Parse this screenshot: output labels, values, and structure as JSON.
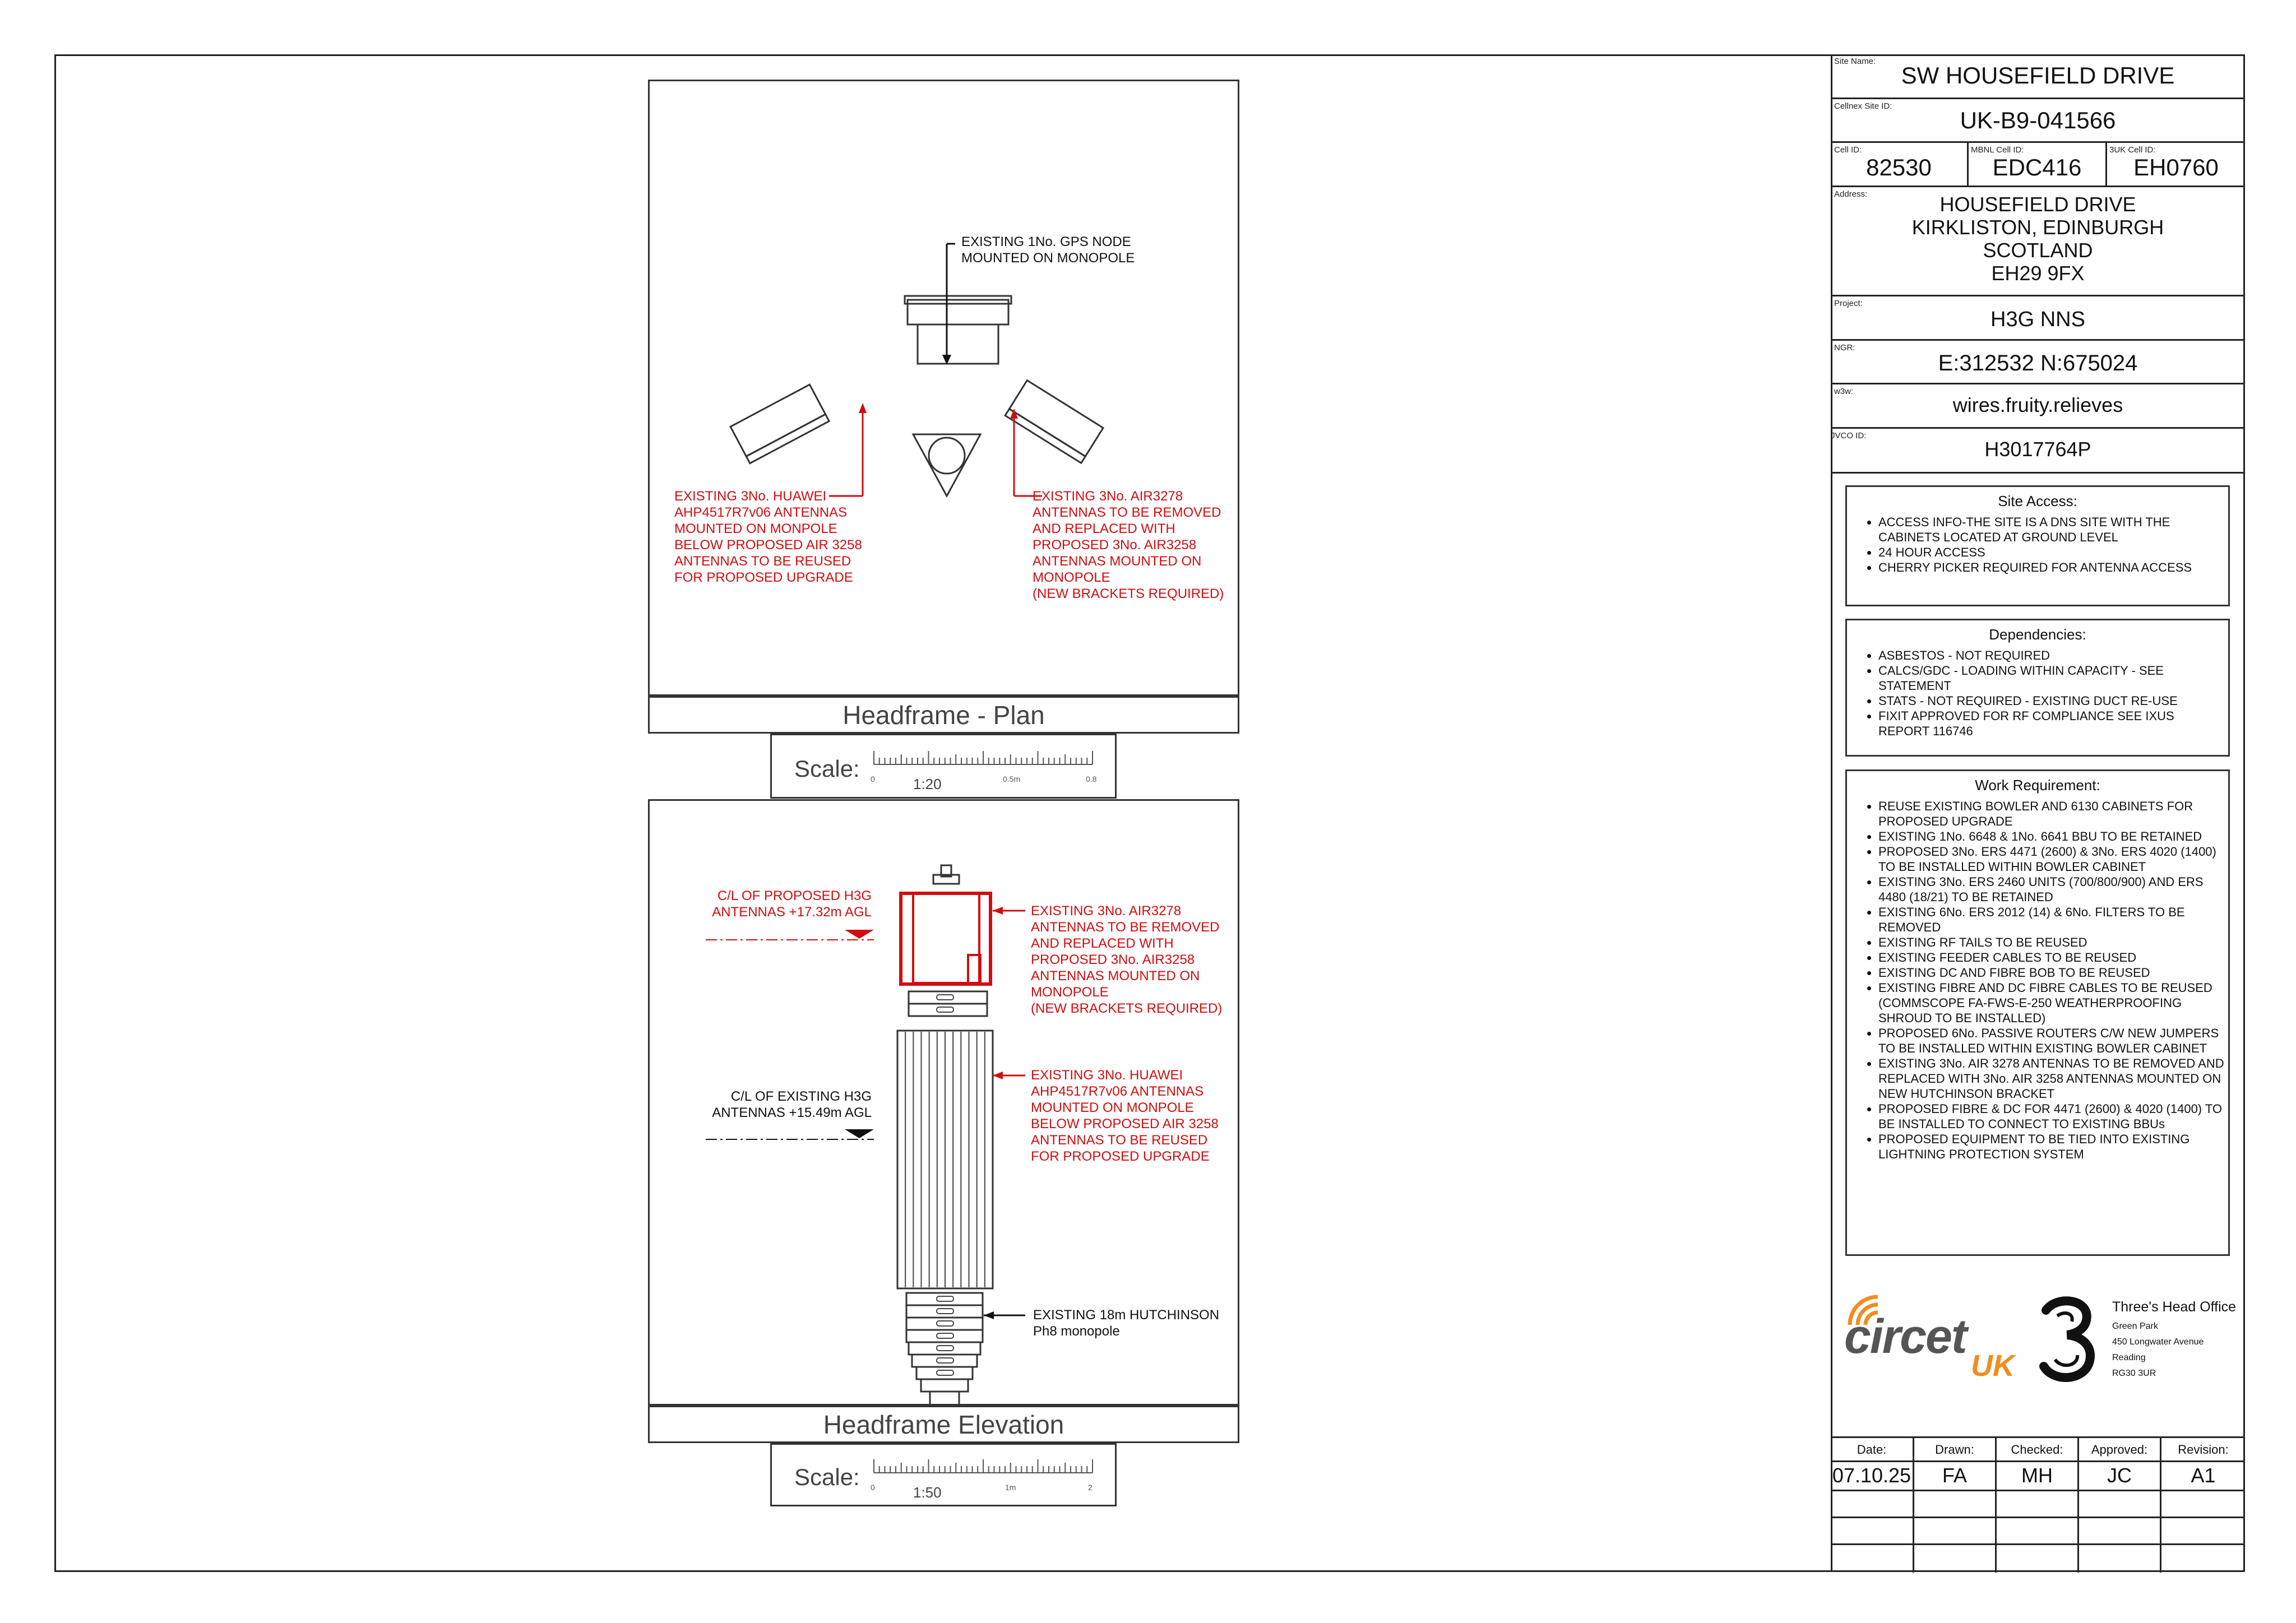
{
  "title_block": {
    "site_name_label": "Site Name:",
    "site_name": "SW HOUSEFIELD DRIVE",
    "cellnex_label": "Cellnex Site ID:",
    "cellnex_id": "UK-B9-041566",
    "cell_id_label": "Cell ID:",
    "cell_id": "82530",
    "mbnl_label": "MBNL Cell ID:",
    "mbnl_id": "EDC416",
    "threeuk_label": "3UK Cell ID:",
    "threeuk_id": "EH0760",
    "address_label": "Address:",
    "address_lines": [
      "HOUSEFIELD DRIVE",
      "KIRKLISTON, EDINBURGH",
      "SCOTLAND",
      "EH29 9FX"
    ],
    "project_label": "Project:",
    "project": "H3G NNS",
    "ngr_label": "NGR:",
    "ngr": "E:312532 N:675024",
    "w3w_label": "w3w:",
    "w3w": "wires.fruity.relieves",
    "jvco_label": "JVCO ID:",
    "jvco": "H3017764P"
  },
  "site_access": {
    "title": "Site Access:",
    "items": [
      "ACCESS INFO-THE SITE IS A DNS SITE WITH THE CABINETS LOCATED AT GROUND LEVEL",
      "24 HOUR ACCESS",
      "CHERRY PICKER REQUIRED FOR ANTENNA ACCESS"
    ]
  },
  "dependencies": {
    "title": "Dependencies:",
    "items": [
      "ASBESTOS - NOT REQUIRED",
      "CALCS/GDC - LOADING WITHIN CAPACITY - SEE STATEMENT",
      "STATS - NOT REQUIRED - EXISTING DUCT RE-USE",
      "FIXIT APPROVED FOR RF COMPLIANCE SEE IXUS REPORT 116746"
    ]
  },
  "work_requirement": {
    "title": "Work Requirement:",
    "items": [
      "REUSE EXISTING BOWLER AND 6130 CABINETS FOR PROPOSED UPGRADE",
      "EXISTING 1No. 6648 & 1No. 6641 BBU TO BE RETAINED",
      "PROPOSED 3No. ERS 4471 (2600) & 3No. ERS 4020 (1400) TO BE INSTALLED WITHIN BOWLER CABINET",
      "EXISTING 3No. ERS 2460 UNITS (700/800/900) AND ERS 4480 (18/21) TO BE RETAINED",
      "EXISTING 6No. ERS 2012 (14) & 6No. FILTERS TO BE REMOVED",
      "EXISTING RF TAILS TO BE REUSED",
      "EXISTING FEEDER CABLES TO BE REUSED",
      "EXISTING DC AND FIBRE BOB TO BE REUSED",
      "EXISTING FIBRE AND DC FIBRE CABLES TO BE REUSED (COMMSCOPE FA-FWS-E-250 WEATHERPROOFING SHROUD TO BE INSTALLED)",
      "PROPOSED 6No. PASSIVE ROUTERS C/W NEW JUMPERS TO BE INSTALLED WITHIN EXISTING BOWLER CABINET",
      "EXISTING 3No. AIR 3278 ANTENNAS TO BE REMOVED AND REPLACED WITH 3No. AIR 3258 ANTENNAS MOUNTED ON NEW HUTCHINSON BRACKET",
      "PROPOSED FIBRE & DC FOR 4471 (2600) & 4020 (1400) TO BE INSTALLED TO CONNECT TO EXISTING BBUs",
      "PROPOSED EQUIPMENT TO BE TIED INTO EXISTING LIGHTNING PROTECTION SYSTEM"
    ]
  },
  "logos": {
    "circet": "circet",
    "circet_uk": "UK",
    "three_office_title": "Three's Head Office",
    "three_office_lines": [
      "Green Park",
      "450 Longwater Avenue",
      "Reading",
      "RG30 3UR"
    ]
  },
  "revision_table": {
    "headers": [
      "Date:",
      "Drawn:",
      "Checked:",
      "Approved:",
      "Revision:"
    ],
    "values": [
      "07.10.25",
      "FA",
      "MH",
      "JC",
      "A1"
    ]
  },
  "plan": {
    "title": "Headframe - Plan",
    "scale_label": "Scale:",
    "scale_ratio": "1:20",
    "scale_ticks": [
      "0",
      "0.5m",
      "0.8"
    ],
    "note_gps": "EXISTING 1No. GPS NODE\nMOUNTED ON MONOPOLE",
    "note_huawei": "EXISTING 3No. HUAWEI\nAHP4517R7v06 ANTENNAS\nMOUNTED ON MONPOLE\nBELOW PROPOSED AIR 3258\nANTENNAS TO BE REUSED\nFOR PROPOSED UPGRADE",
    "note_air": "EXISTING 3No. AIR3278\nANTENNAS TO BE REMOVED\nAND REPLACED WITH\nPROPOSED 3No. AIR3258\nANTENNAS MOUNTED ON\nMONOPOLE\n(NEW BRACKETS REQUIRED)"
  },
  "elevation": {
    "title": "Headframe Elevation",
    "scale_label": "Scale:",
    "scale_ratio": "1:50",
    "scale_ticks": [
      "0",
      "1m",
      "2"
    ],
    "cl_proposed": "C/L OF PROPOSED H3G\nANTENNAS +17.32m AGL",
    "cl_existing": "C/L OF EXISTING H3G\nANTENNAS +15.49m AGL",
    "note_air": "EXISTING 3No. AIR3278\nANTENNAS TO BE REMOVED\nAND REPLACED WITH\nPROPOSED 3No. AIR3258\nANTENNAS MOUNTED ON\nMONOPOLE\n(NEW BRACKETS REQUIRED)",
    "note_huawei": "EXISTING 3No. HUAWEI\nAHP4517R7v06 ANTENNAS\nMOUNTED ON MONPOLE\nBELOW PROPOSED AIR 3258\nANTENNAS TO BE REUSED\nFOR PROPOSED UPGRADE",
    "note_monopole": "EXISTING 18m HUTCHINSON\nPh8 monopole"
  },
  "colors": {
    "red_note": "#d10d10",
    "circet_grey": "#555555",
    "circet_orange": "#f28c1e"
  }
}
